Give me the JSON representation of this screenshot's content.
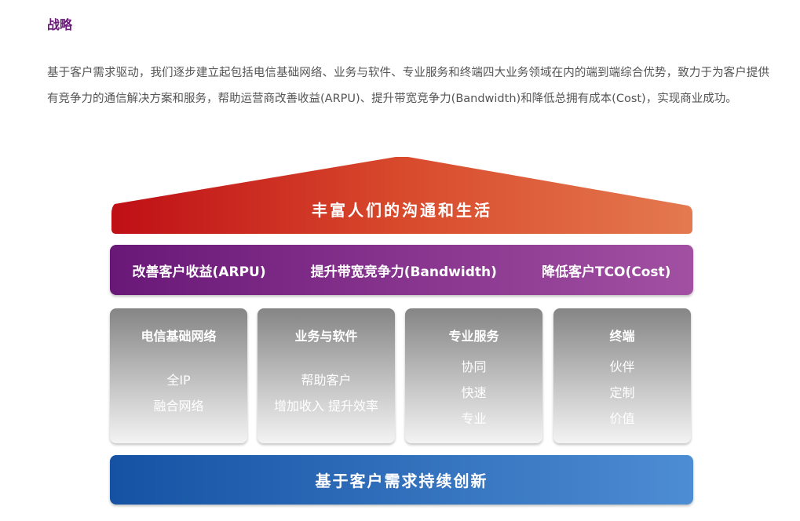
{
  "title": "战略",
  "paragraph": "基于客户需求驱动，我们逐步建立起包括电信基础网络、业务与软件、专业服务和终端四大业务领域在内的端到端综合优势，致力于为客户提供有竞争力的通信解决方案和服务，帮助运营商改善收益(ARPU)、提升带宽竞争力(Bandwidth)和降低总拥有成本(Cost)，实现商业成功。",
  "diagram": {
    "roof": "丰富人们的沟通和生活",
    "values": [
      "改善客户收益(ARPU)",
      "提升带宽竞争力(Bandwidth)",
      "降低客户TCO(Cost)"
    ],
    "pillars": [
      {
        "title": "电信基础网络",
        "lines": [
          "全IP",
          "融合网络"
        ]
      },
      {
        "title": "业务与软件",
        "lines": [
          "帮助客户",
          "增加收入 提升效率"
        ]
      },
      {
        "title": "专业服务",
        "lines": [
          "协同",
          "快速",
          "专业"
        ]
      },
      {
        "title": "终端",
        "lines": [
          "伙伴",
          "定制",
          "价值"
        ]
      }
    ],
    "base": "基于客户需求持续创新"
  }
}
